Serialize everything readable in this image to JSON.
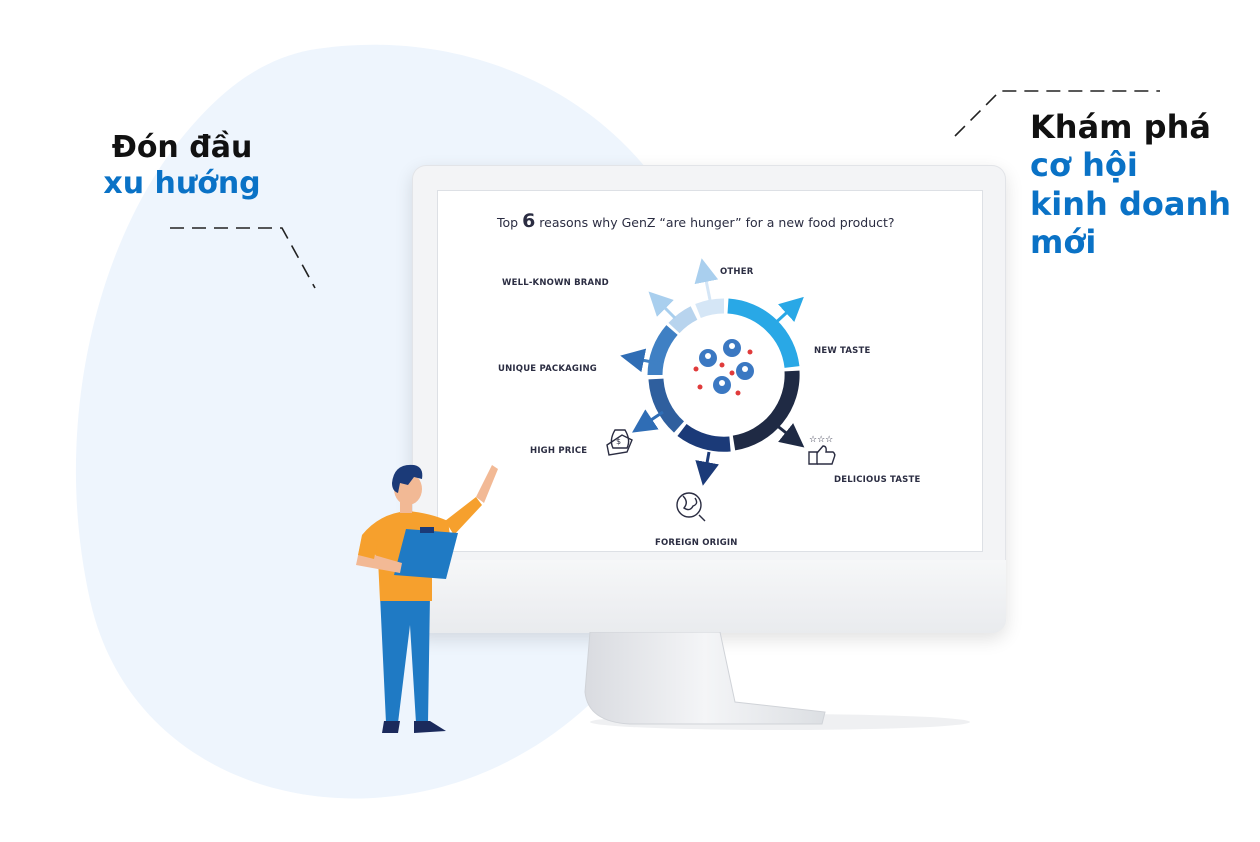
{
  "taglines": {
    "left": {
      "line1": "Đón đầu",
      "line2": "xu hướng"
    },
    "right": {
      "line1": "Khám phá",
      "line2": "cơ hội",
      "line3": "kinh doanh",
      "line4": "mới"
    }
  },
  "chart": {
    "title_prefix": "Top",
    "title_number": "6",
    "title_suffix": "reasons why GenZ “are hunger” for a new food product?"
  },
  "reasons": {
    "other": "OTHER",
    "new_taste": "NEW TASTE",
    "delicious_taste": "DELICIOUS TASTE",
    "foreign_origin": "FOREIGN ORIGIN",
    "high_price": "HIGH PRICE",
    "unique_packaging": "UNIQUE PACKAGING",
    "well_known_brand": "WELL-KNOWN BRAND"
  },
  "colors": {
    "accent_blue": "#0a72c6",
    "blob": "#eef5fd",
    "ring_light": "#29a8e6",
    "ring_dark": "#1f2a44",
    "ring_navy": "#1b3a78",
    "shirt": "#f6a02d",
    "pants": "#1f7ac4"
  },
  "icons": [
    "user-group-icon",
    "money-bag-icon",
    "globe-icon",
    "thumbs-up-icon"
  ]
}
